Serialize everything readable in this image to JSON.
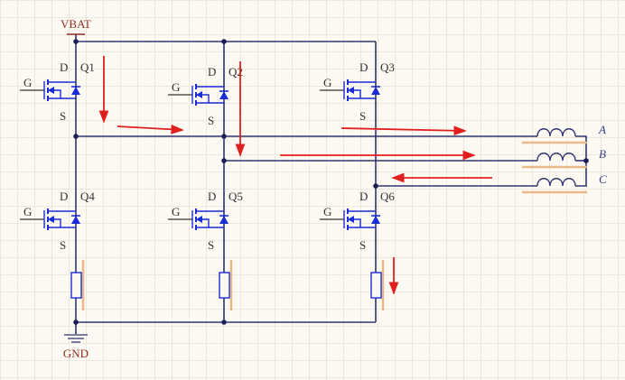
{
  "power": {
    "vbat_label": "VBAT",
    "gnd_label": "GND"
  },
  "pin_labels": {
    "drain": "D",
    "gate": "G",
    "source": "S"
  },
  "transistors": [
    {
      "name": "Q1"
    },
    {
      "name": "Q2"
    },
    {
      "name": "Q3"
    },
    {
      "name": "Q4"
    },
    {
      "name": "Q5"
    },
    {
      "name": "Q6"
    }
  ],
  "phases": [
    {
      "label": "A"
    },
    {
      "label": "B"
    },
    {
      "label": "C"
    }
  ],
  "colors": {
    "wire": "#2e3470",
    "component": "#1a2bd6",
    "current_arrow": "#e02020",
    "label_red": "#8b2d20",
    "phase_label": "#3a3f8a",
    "highlight": "#e9b98a"
  }
}
